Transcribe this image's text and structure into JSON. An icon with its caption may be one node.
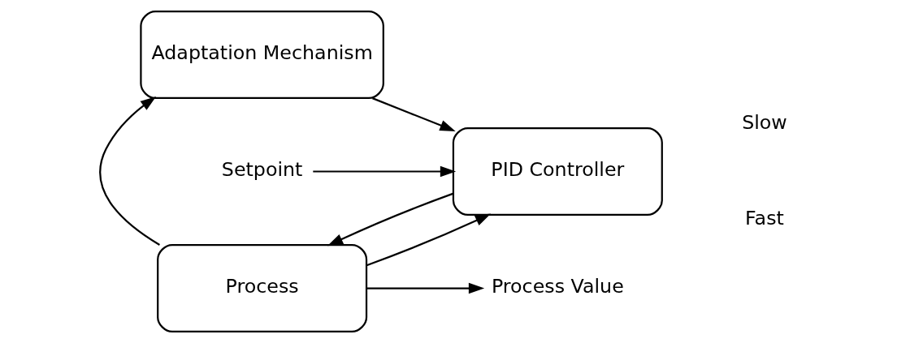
{
  "diagram": {
    "nodes": [
      {
        "text": [
          "Adaptation Mechanism"
        ]
      },
      {
        "text": [
          "Setpoint"
        ]
      },
      {
        "text": [
          "PID Controller"
        ]
      },
      {
        "text": [
          "Process"
        ]
      },
      {
        "text": [
          "Process Value"
        ]
      }
    ],
    "edges": [
      {
        "from": 0,
        "to": 2,
        "arrow": "to"
      },
      {
        "from": 1,
        "to": 2,
        "arrow": "to"
      },
      {
        "from": 3,
        "to": 2,
        "arrow": "to"
      },
      {
        "from": 2,
        "to": 3,
        "arrow": "to"
      },
      {
        "from": 3,
        "to": 4,
        "arrow": "to"
      },
      {
        "from": 3,
        "to": 0,
        "arrow": "to"
      }
    ],
    "labels": [
      "Slow",
      "Fast"
    ]
  }
}
